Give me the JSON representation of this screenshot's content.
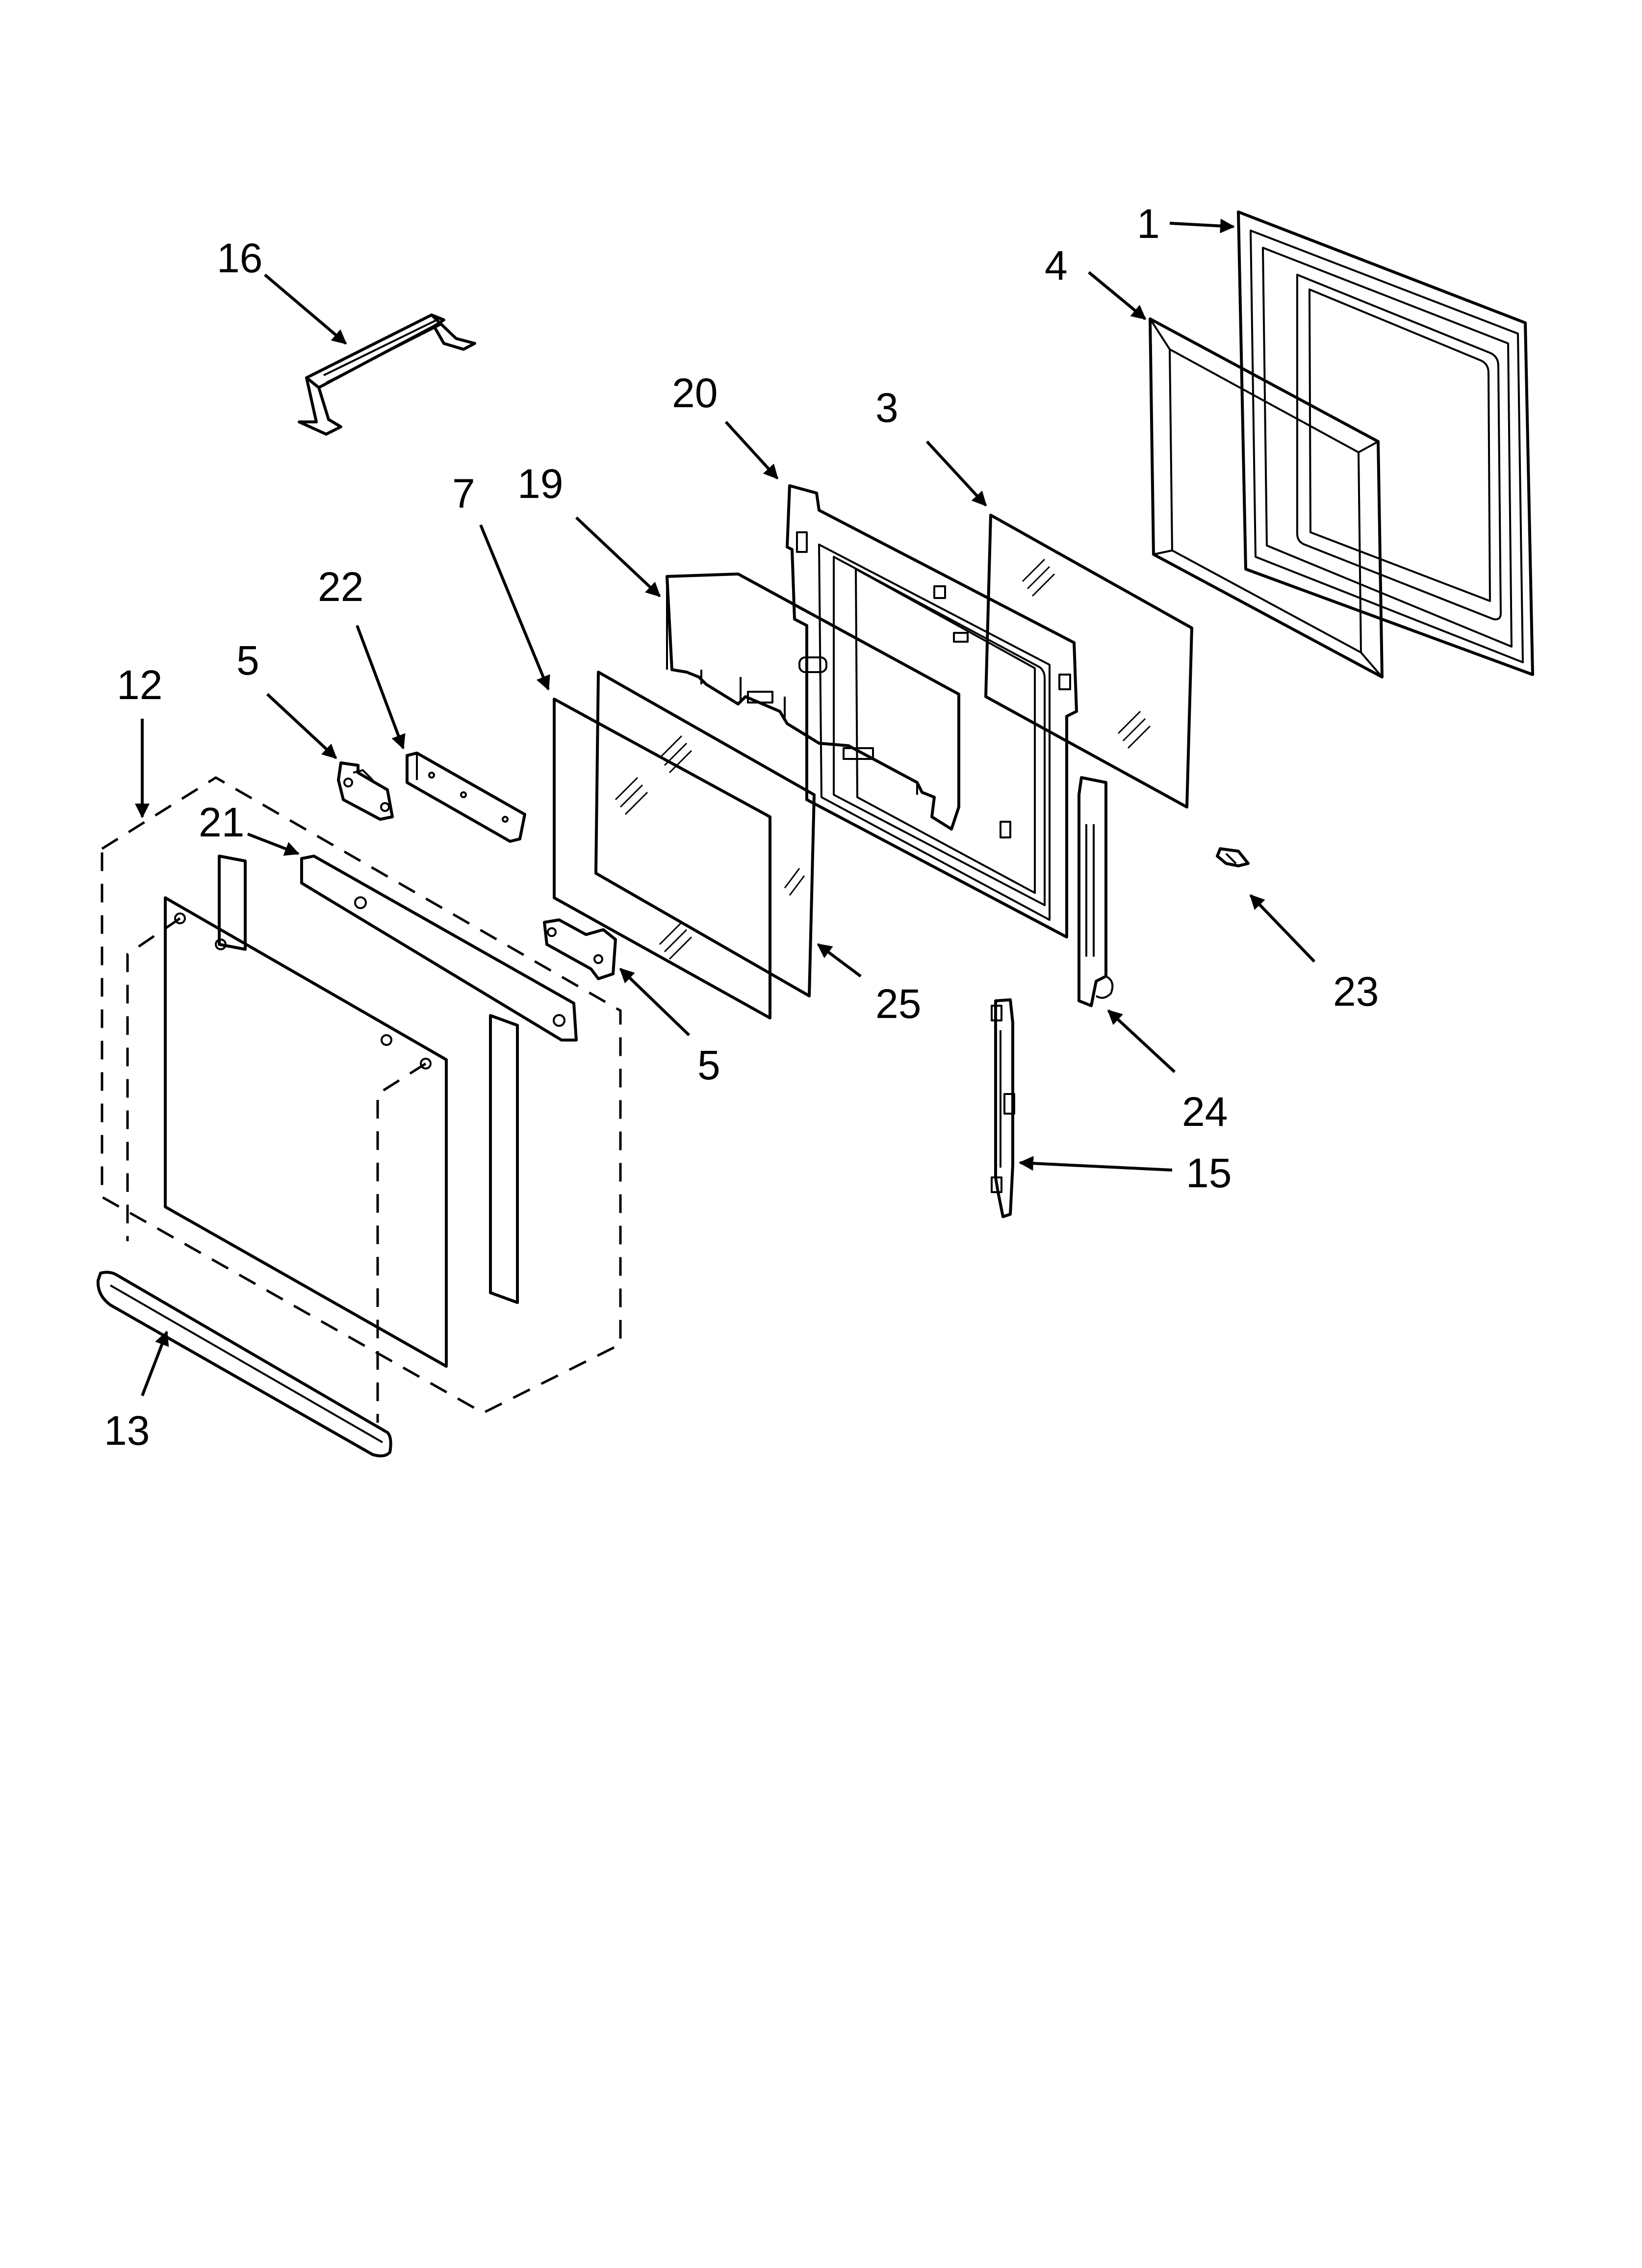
{
  "diagram": {
    "callouts": [
      {
        "id": "1",
        "text": "1"
      },
      {
        "id": "4",
        "text": "4"
      },
      {
        "id": "16",
        "text": "16"
      },
      {
        "id": "20",
        "text": "20"
      },
      {
        "id": "3",
        "text": "3"
      },
      {
        "id": "7",
        "text": "7"
      },
      {
        "id": "19",
        "text": "19"
      },
      {
        "id": "22",
        "text": "22"
      },
      {
        "id": "5a",
        "text": "5"
      },
      {
        "id": "12",
        "text": "12"
      },
      {
        "id": "21",
        "text": "21"
      },
      {
        "id": "25",
        "text": "25"
      },
      {
        "id": "5b",
        "text": "5"
      },
      {
        "id": "23",
        "text": "23"
      },
      {
        "id": "24",
        "text": "24"
      },
      {
        "id": "15",
        "text": "15"
      },
      {
        "id": "13",
        "text": "13"
      }
    ]
  }
}
